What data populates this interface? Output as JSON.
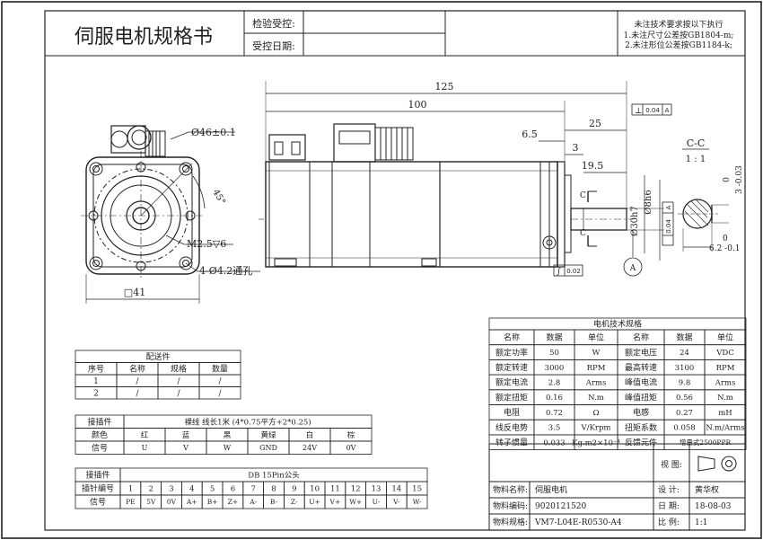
{
  "title_block": {
    "title": "伺服电机规格书",
    "inspect_label": "检验受控:",
    "date_label": "受控日期:",
    "notes": [
      "未注技术要求按以下执行",
      "1.未注尺寸公差按GB1804-m;",
      "2.未注形位公差按GB1184-k;"
    ]
  },
  "dimensions": {
    "flange_circle": "Ø46±0.1",
    "angle": "45°",
    "screw": "M2.5▽6",
    "holes": "4-Ø4.2通孔",
    "square": "□41",
    "len_total": "125",
    "len_body": "100",
    "len_shaft": "25",
    "d_6_5": "6.5",
    "d_3": "3",
    "d_19_5": "19.5",
    "shaft_dia": "Ø8h6",
    "spigot": "Ø30h7",
    "perp_tol": "0.04",
    "perp_datum": "A",
    "runout_tol": "0.04",
    "flat_tol": "0.02",
    "datum_a": "A",
    "section_c": "C",
    "section_title": "C-C",
    "section_scale": "1 : 1",
    "key_tol_top": "0",
    "key_tol_val": "3 -0.03",
    "key_width": "6.2 -0.1",
    "key_w0": "0"
  },
  "spec_table": {
    "caption": "电机技术规格",
    "headers": [
      "名称",
      "数据",
      "单位",
      "名称",
      "数据",
      "单位"
    ],
    "rows": [
      [
        "额定功率",
        "50",
        "W",
        "额定电压",
        "24",
        "VDC"
      ],
      [
        "额定转速",
        "3000",
        "RPM",
        "最高转速",
        "3100",
        "RPM"
      ],
      [
        "额定电流",
        "2.8",
        "Arms",
        "峰值电流",
        "9.8",
        "Arms"
      ],
      [
        "额定扭矩",
        "0.16",
        "N.m",
        "峰值扭矩",
        "0.56",
        "N.m"
      ],
      [
        "电阻",
        "0.72",
        "Ω",
        "电感",
        "0.27",
        "mH"
      ],
      [
        "线反电势",
        "3.5",
        "V/Krpm",
        "扭矩系数",
        "0.058",
        "N.m/Arms"
      ],
      [
        "转子惯量",
        "0.033",
        "Kg.m2×10⁻⁴",
        "反馈元件",
        "增量式2500PPR",
        ""
      ]
    ]
  },
  "parts_table": {
    "caption": "配送件",
    "headers": [
      "序号",
      "名称",
      "规格",
      "数量"
    ],
    "rows": [
      [
        "1",
        "/",
        "/",
        "/"
      ],
      [
        "2",
        "/",
        "/",
        "/"
      ]
    ]
  },
  "wire_table": {
    "plug_label": "接插件",
    "plug_desc": "裸线  线长1米 (4*0.75平方+2*0.25)",
    "color_label": "颜色",
    "colors": [
      "红",
      "蓝",
      "黑",
      "黄绿",
      "白",
      "棕"
    ],
    "signal_label": "信号",
    "signals": [
      "U",
      "V",
      "W",
      "GND",
      "24V",
      "0V"
    ]
  },
  "pin_table": {
    "plug_label": "接插件",
    "plug_desc": "DB 15Pin公头",
    "pin_label": "插针编号",
    "pins": [
      "1",
      "2",
      "3",
      "4",
      "5",
      "6",
      "7",
      "8",
      "9",
      "10",
      "11",
      "12",
      "13",
      "14",
      "15"
    ],
    "signal_label": "信号",
    "signals": [
      "PE",
      "5V",
      "0V",
      "A+",
      "B+",
      "Z+",
      "A-",
      "B-",
      "Z-",
      "U+",
      "V+",
      "W+",
      "U-",
      "V-",
      "W-"
    ]
  },
  "info_block": {
    "view_label": "视  图:",
    "name_label": "物料名称:",
    "name_value": "伺服电机",
    "code_label": "物料编码:",
    "code_value": "9020121520",
    "spec_label": "物料规格:",
    "spec_value": "VM7-L04E-R0530-A4",
    "design_label": "设  计:",
    "design_value": "黄华权",
    "date_label": "日  期:",
    "date_value": "18-08-03",
    "scale_label": "比  例:",
    "scale_value": "1:1"
  }
}
